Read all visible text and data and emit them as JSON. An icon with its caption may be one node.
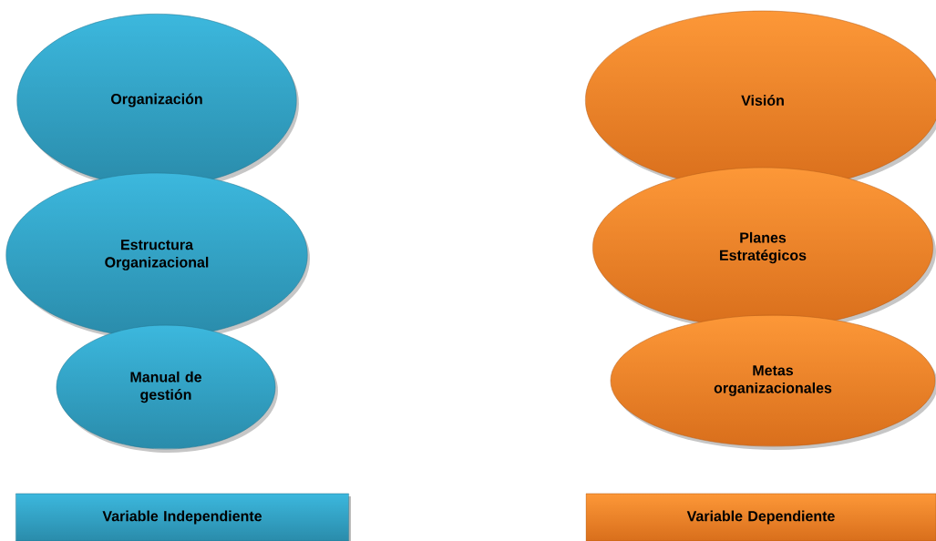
{
  "diagram": {
    "nodes": [
      {
        "text": [
          "Organización"
        ]
      },
      {
        "text": [
          "Estructura Organizacional"
        ]
      },
      {
        "text": [
          "Manual de gestión"
        ]
      },
      {
        "text": [
          "Visión"
        ]
      },
      {
        "text": [
          "Planes Estratégicos"
        ]
      },
      {
        "text": [
          "Metas organizacionales"
        ]
      },
      {
        "text": [
          "Variable Independiente"
        ]
      },
      {
        "text": [
          "Variable Dependiente"
        ]
      }
    ]
  }
}
